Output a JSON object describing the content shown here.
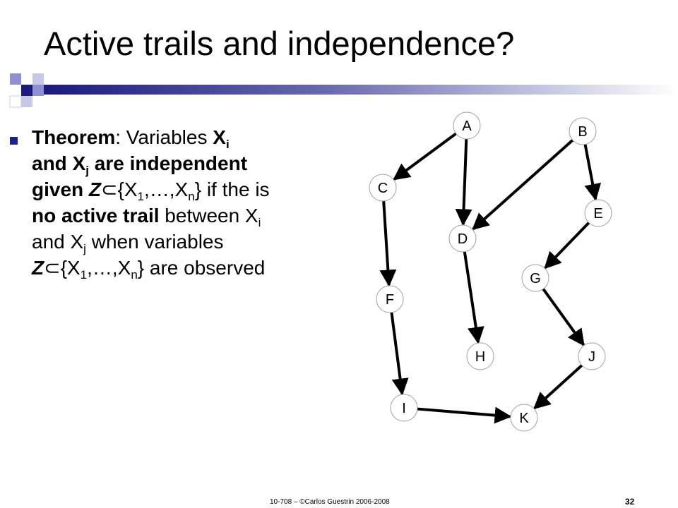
{
  "slide": {
    "title": "Active trails and independence?",
    "theorem": {
      "label": "Theorem",
      "t1": ": Variables ",
      "x": "X",
      "sub_i": "i",
      "and": "and ",
      "sub_j": "j",
      "are_independent": " are independent",
      "given": "given ",
      "z": "Z",
      "sym": "⊂",
      "brace_open": "{X",
      "sub_1": "1",
      "dots": ",…,X",
      "sub_n": "n",
      "close_if": "} if the is",
      "no_active_trail": "no active trail",
      "between": " between X",
      "and_x": "and X",
      "when": " when variables",
      "close_obs": "} are observed"
    },
    "footer": "10-708 – ©Carlos Guestrin 2006-2008",
    "page_number": "32"
  },
  "graph": {
    "node_color": "#ffffff",
    "edge_color": "#000000",
    "nodes": [
      {
        "id": "A",
        "label": "A"
      },
      {
        "id": "B",
        "label": "B"
      },
      {
        "id": "C",
        "label": "C"
      },
      {
        "id": "D",
        "label": "D"
      },
      {
        "id": "E",
        "label": "E"
      },
      {
        "id": "F",
        "label": "F"
      },
      {
        "id": "G",
        "label": "G"
      },
      {
        "id": "H",
        "label": "H"
      },
      {
        "id": "I",
        "label": "I"
      },
      {
        "id": "J",
        "label": "J"
      },
      {
        "id": "K",
        "label": "K"
      }
    ],
    "edges": [
      {
        "from": "A",
        "to": "C"
      },
      {
        "from": "A",
        "to": "D"
      },
      {
        "from": "B",
        "to": "D"
      },
      {
        "from": "B",
        "to": "E"
      },
      {
        "from": "C",
        "to": "F"
      },
      {
        "from": "D",
        "to": "H"
      },
      {
        "from": "E",
        "to": "G"
      },
      {
        "from": "G",
        "to": "J"
      },
      {
        "from": "F",
        "to": "I"
      },
      {
        "from": "I",
        "to": "K"
      },
      {
        "from": "J",
        "to": "K"
      }
    ]
  }
}
